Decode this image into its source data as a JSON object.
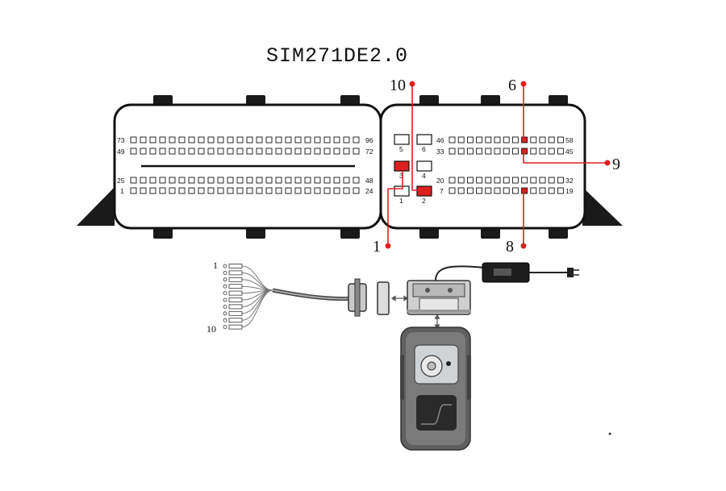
{
  "title": "SIM271DE2.0",
  "left_connector": {
    "row_labels_left": [
      "73",
      "49",
      "25",
      "1"
    ],
    "row_labels_right": [
      "96",
      "72",
      "48",
      "24"
    ]
  },
  "right_connector": {
    "small_pins": [
      "5",
      "6",
      "3",
      "4",
      "1",
      "2"
    ],
    "row_labels_left": [
      "46",
      "33",
      "20",
      "7"
    ],
    "row_labels_right": [
      "58",
      "45",
      "32",
      "19"
    ]
  },
  "callouts": [
    "10",
    "6",
    "9",
    "1",
    "8"
  ],
  "cable_labels": [
    "1",
    "10"
  ],
  "colors": {
    "accent": "#e02020",
    "line": "#111111",
    "device": "#6b6b6b"
  }
}
